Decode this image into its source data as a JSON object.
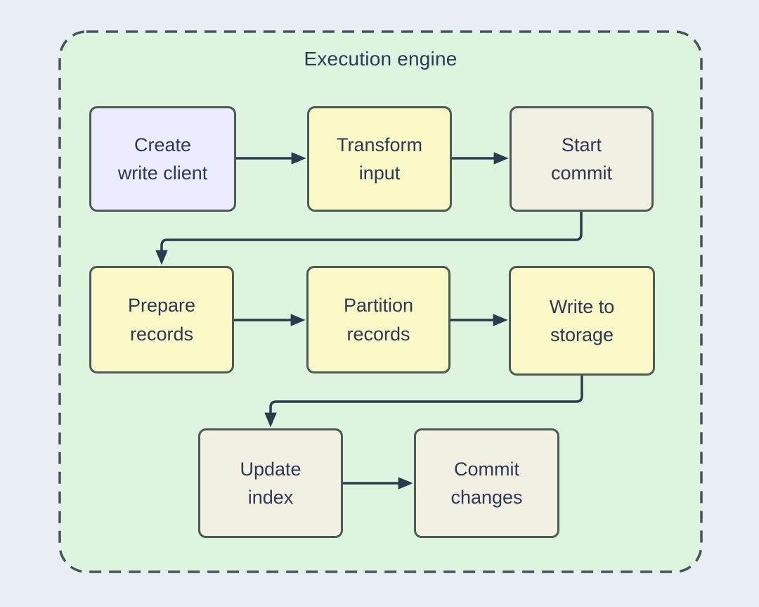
{
  "diagram": {
    "title": "Execution engine",
    "nodes": [
      {
        "id": "create-write-client",
        "label": "Create\nwrite client",
        "fill": "#ECECFF"
      },
      {
        "id": "transform-input",
        "label": "Transform\ninput",
        "fill": "#FAF8C6"
      },
      {
        "id": "start-commit",
        "label": "Start\ncommit",
        "fill": "#F2EFE3"
      },
      {
        "id": "prepare-records",
        "label": "Prepare\nrecords",
        "fill": "#FAF8C6"
      },
      {
        "id": "partition-records",
        "label": "Partition\nrecords",
        "fill": "#FAF8C6"
      },
      {
        "id": "write-to-storage",
        "label": "Write to\nstorage",
        "fill": "#FAF8C6"
      },
      {
        "id": "update-index",
        "label": "Update\nindex",
        "fill": "#F2EFE3"
      },
      {
        "id": "commit-changes",
        "label": "Commit\nchanges",
        "fill": "#F2EFE3"
      }
    ],
    "edges": [
      {
        "from": "create-write-client",
        "to": "transform-input"
      },
      {
        "from": "transform-input",
        "to": "start-commit"
      },
      {
        "from": "start-commit",
        "to": "prepare-records"
      },
      {
        "from": "prepare-records",
        "to": "partition-records"
      },
      {
        "from": "partition-records",
        "to": "write-to-storage"
      },
      {
        "from": "write-to-storage",
        "to": "update-index"
      },
      {
        "from": "update-index",
        "to": "commit-changes"
      }
    ]
  },
  "colors": {
    "page_bg": "#E8EEF4",
    "container_fill": "#DFF4DF",
    "container_border": "#45545B",
    "node_border": "#4C5A55",
    "arrow": "#2C3A4E",
    "text": "#2B3A55"
  }
}
